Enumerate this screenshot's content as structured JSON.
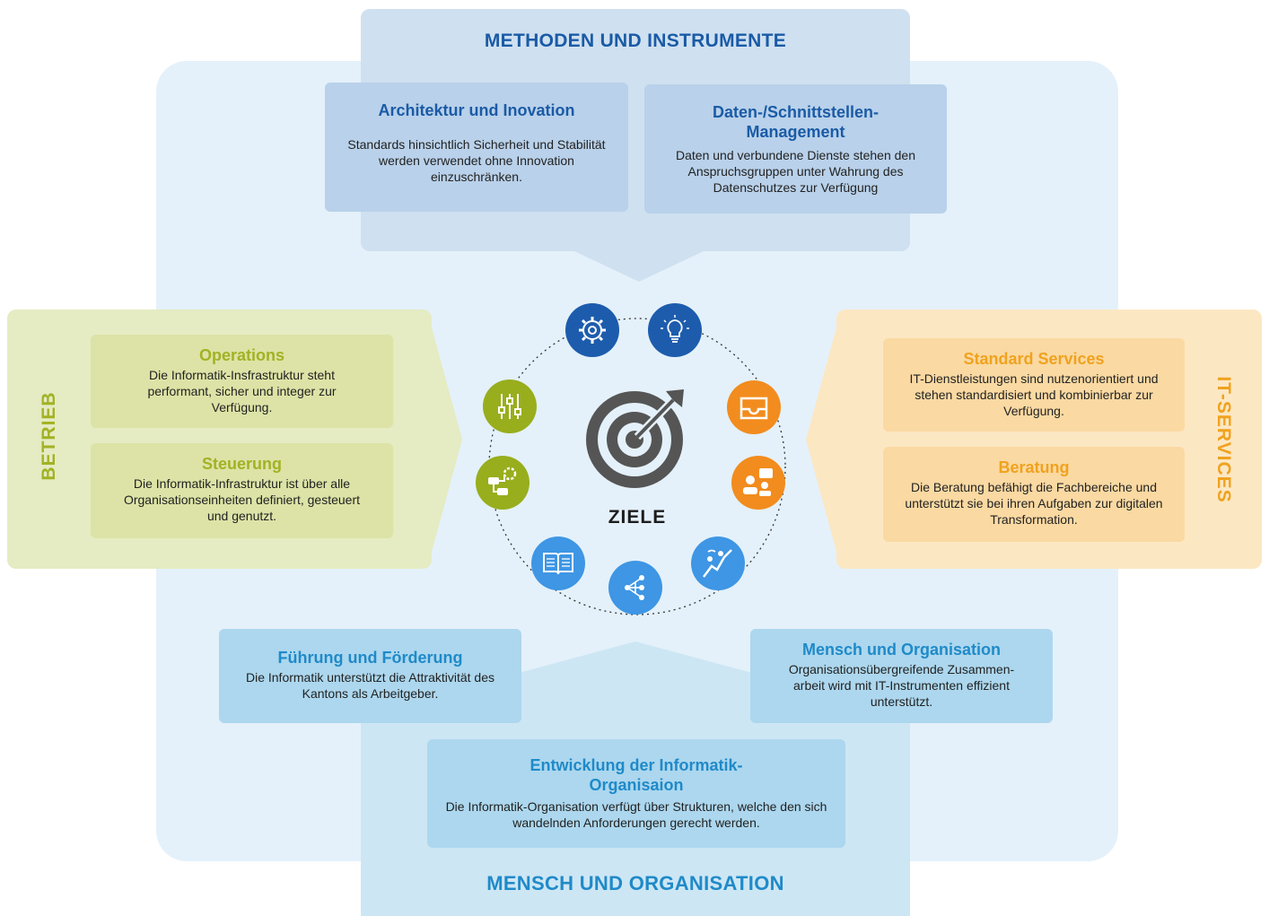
{
  "sections": {
    "top_heading": "METHODEN UND INSTRUMENTE",
    "bottom_heading": "MENSCH UND ORGANISATION",
    "left_heading": "BETRIEB",
    "right_heading": "IT-SERVICES"
  },
  "center": {
    "label": "ZIELE"
  },
  "cards": {
    "architektur": {
      "title": "Architektur und Inovation",
      "text": "Standards hinsichtlich Sicherheit und Stabilität werden verwendet ohne Innovation einzuschränken."
    },
    "daten": {
      "title": "Daten-/Schnittstellen-Management",
      "text": "Daten und verbundene Dienste stehen den Anspruchsgruppen unter Wahrung des Datenschutzes zur Verfügung"
    },
    "operations": {
      "title": "Operations",
      "text": "Die Informatik-Insfrastruktur steht performant, sicher und integer zur Verfügung."
    },
    "steuerung": {
      "title": "Steuerung",
      "text": "Die Informatik-Infrastruktur ist über alle Organisationseinheiten definiert, gesteuert und genutzt."
    },
    "standard_services": {
      "title": "Standard Services",
      "text": "IT-Dienstleistungen sind nutzenorientiert und stehen standardisiert und kombinierbar zur Verfügung."
    },
    "beratung": {
      "title": "Beratung",
      "text": "Die Beratung befähigt die Fachbereiche und unterstützt sie bei ihren Aufgaben zur digitalen Transformation."
    },
    "fuehrung": {
      "title": "Führung und Förderung",
      "text": "Die Informatik unterstützt die Attraktivität des Kantons als Arbeitgeber."
    },
    "mensch": {
      "title": "Mensch und Organisation",
      "text": "Organisationsübergreifende Zusammen-arbeit wird mit IT-Instrumenten effizient unterstützt."
    },
    "entwicklung": {
      "title": "Entwicklung der Informatik-Organisaion",
      "text": "Die Informatik-Organisation verfügt über Strukturen, welche den sich wandelnden Anforderungen gerecht werden."
    }
  },
  "colors": {
    "dark_blue": "#1a5ba6",
    "mid_blue": "#1f8ac9",
    "green": "#a2b224",
    "orange": "#f0a21e",
    "icon_dark_blue": "#1d5cad",
    "icon_orange": "#f28c1e",
    "icon_light_blue": "#3e96e4",
    "icon_green": "#98ae1d"
  },
  "icons": [
    "gear-icon",
    "lightbulb-icon",
    "inbox-icon",
    "presentation-icon",
    "climber-icon",
    "network-icon",
    "book-icon",
    "process-gear-icon",
    "sliders-icon",
    "target-icon"
  ]
}
